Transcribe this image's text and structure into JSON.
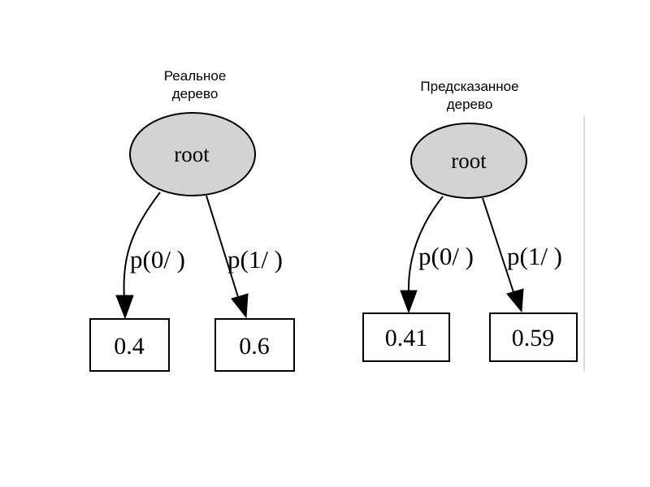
{
  "real_tree": {
    "caption_line1": "Реальное",
    "caption_line2": "дерево",
    "root_label": "root",
    "edge_left_label": "p(0/ )",
    "edge_right_label": "p(1/ )",
    "leaf_left_value": "0.4",
    "leaf_right_value": "0.6"
  },
  "predicted_tree": {
    "caption_line1": "Предсказанное",
    "caption_line2": "дерево",
    "root_label": "root",
    "edge_left_label": "p(0/ )",
    "edge_right_label": "p(1/ )",
    "leaf_left_value": "0.41",
    "leaf_right_value": "0.59"
  },
  "colors": {
    "root_fill": "#d3d3d3",
    "stroke": "#000000",
    "divider": "#b8b8b8"
  }
}
